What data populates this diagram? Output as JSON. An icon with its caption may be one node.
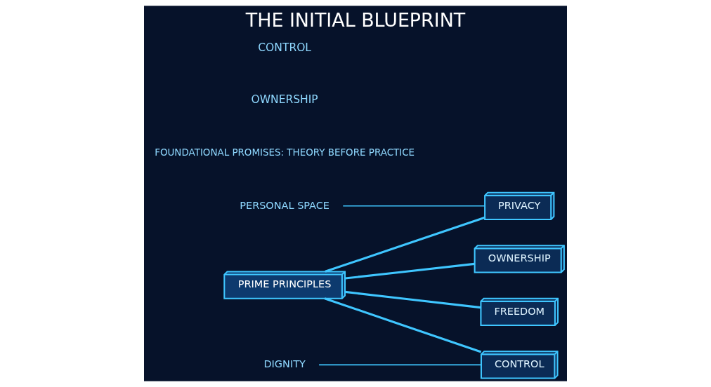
{
  "diagram": {
    "title": "THE INITIAL BLUEPRINT",
    "nodes": [
      {
        "text": [
          "PRIME PRINCIPLES"
        ]
      },
      {
        "text": [
          "OWNERSHIP"
        ]
      },
      {
        "text": [
          "PRIVACY"
        ]
      },
      {
        "text": [
          "FREEDOM"
        ]
      },
      {
        "text": [
          "CONTROL"
        ]
      },
      {
        "text": [
          "DIGNITY"
        ]
      },
      {
        "text": [
          "PERSONAL SPACE"
        ]
      }
    ],
    "edges": [
      {
        "from": 0,
        "to": 1,
        "arrow": "none"
      },
      {
        "from": 0,
        "to": 2,
        "arrow": "none"
      },
      {
        "from": 0,
        "to": 3,
        "arrow": "none"
      },
      {
        "from": 0,
        "to": 4,
        "arrow": "none"
      },
      {
        "from": 5,
        "to": 4,
        "arrow": "none"
      },
      {
        "from": 6,
        "to": 2,
        "arrow": "none"
      }
    ],
    "labels": [
      "FOUNDATIONAL PROMISES: THEORY BEFORE PRACTICE",
      "OWNERSHIP",
      "CONTROL"
    ]
  }
}
